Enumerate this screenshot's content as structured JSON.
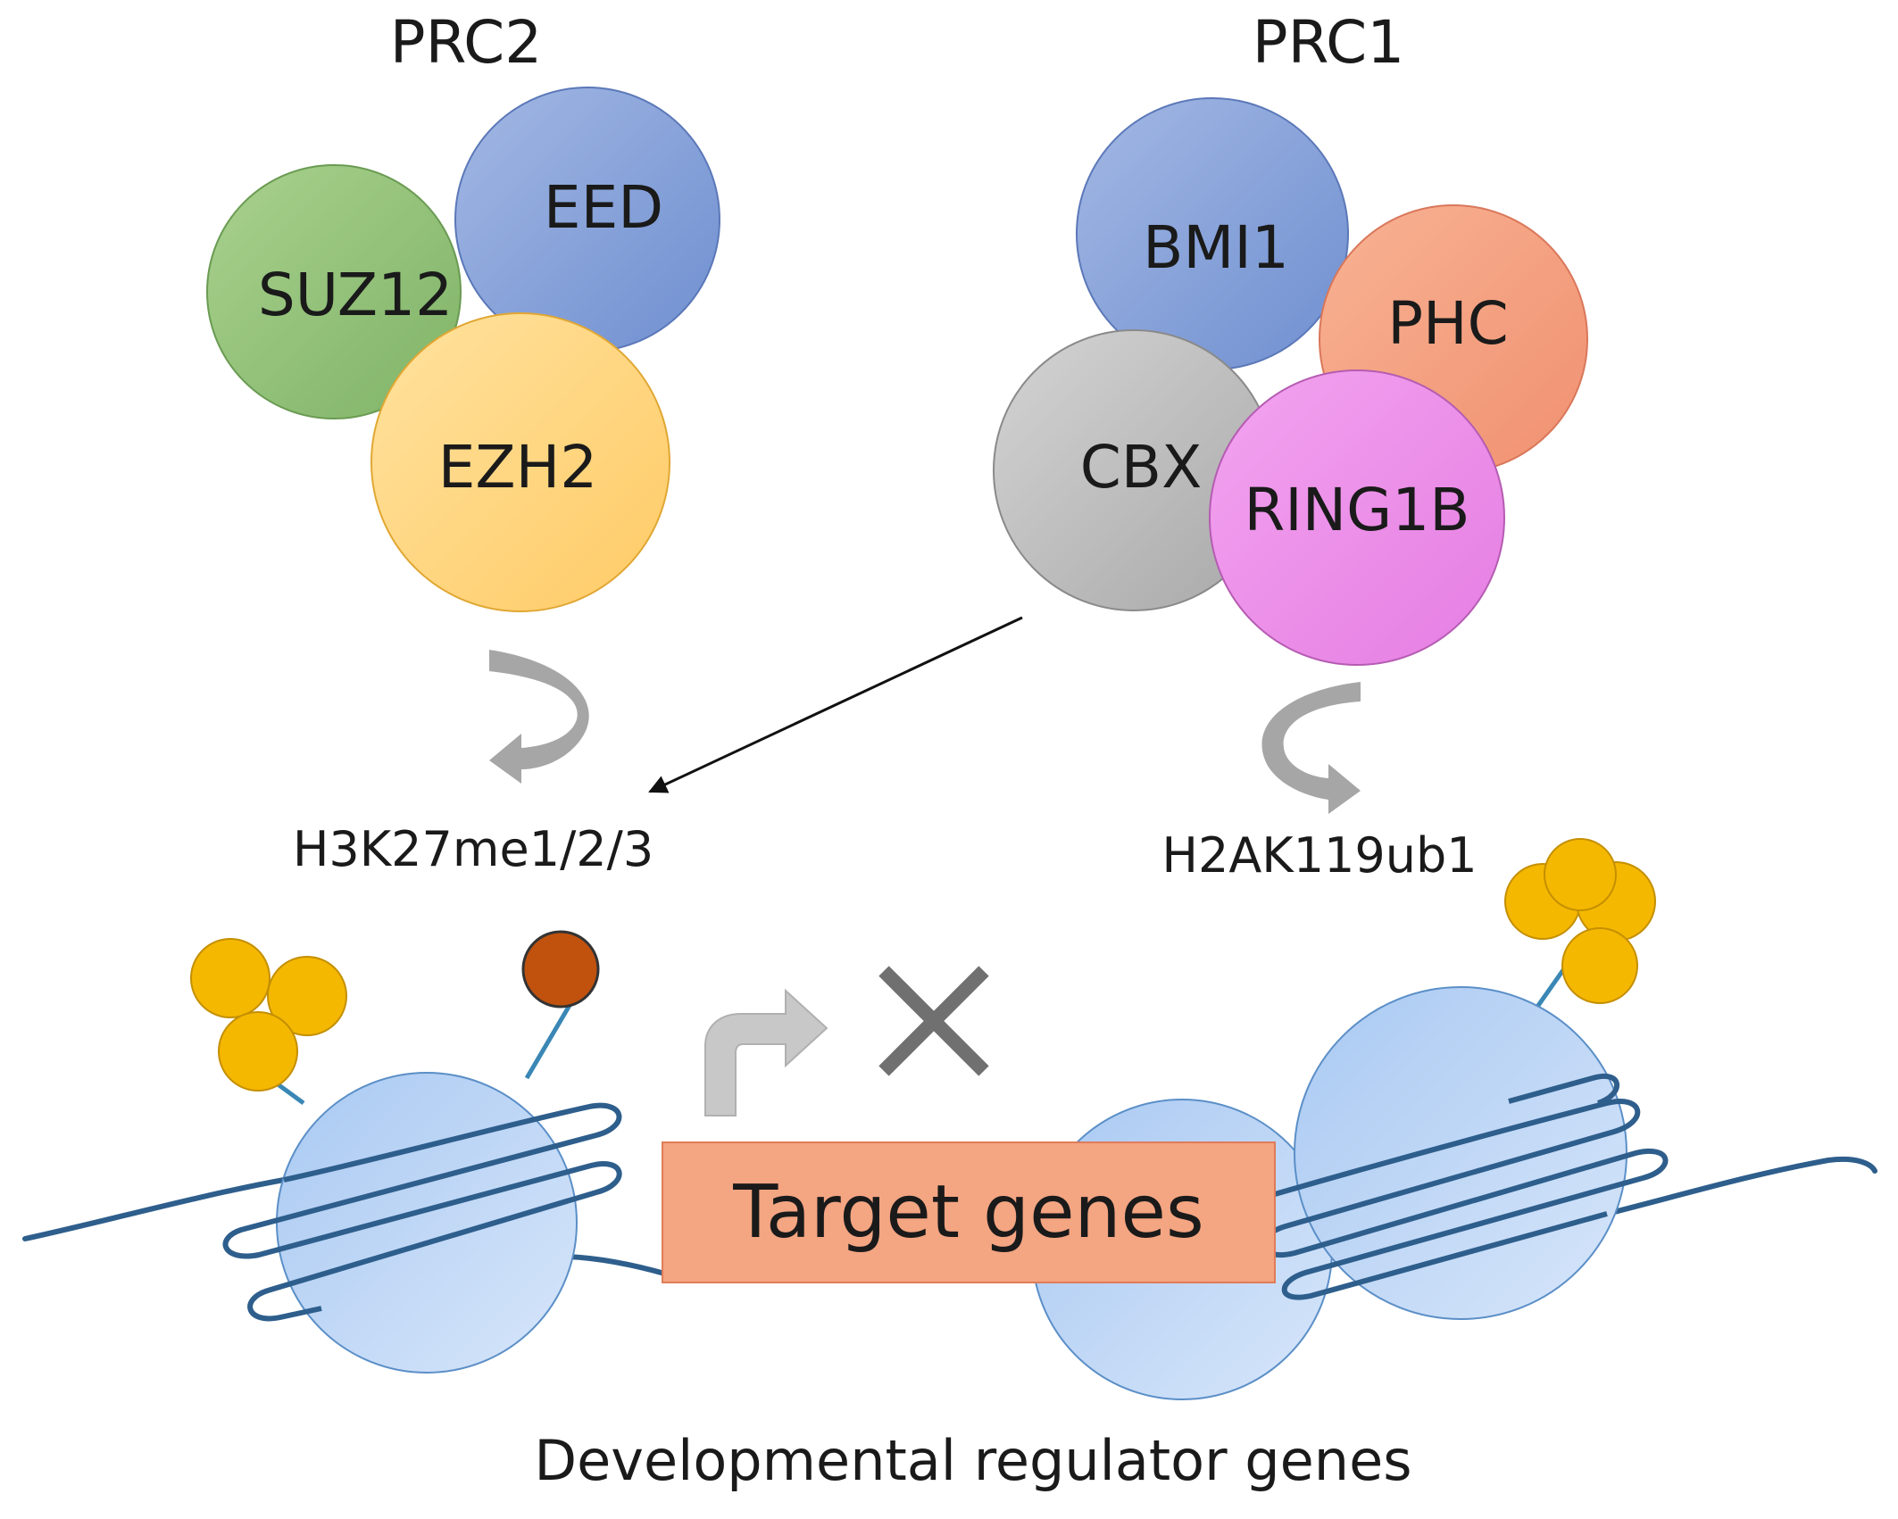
{
  "prc2": {
    "title": "PRC2",
    "subunits": {
      "suz12": "SUZ12",
      "eed": "EED",
      "ezh2": "EZH2"
    },
    "mark": "H3K27me1/2/3"
  },
  "prc1": {
    "title": "PRC1",
    "subunits": {
      "bmi1": "BMI1",
      "phc": "PHC",
      "cbx": "CBX",
      "ring1b": "RING1B"
    },
    "mark": "H2AK119ub1"
  },
  "target_box": {
    "label": "Target genes"
  },
  "caption": "Developmental regulator genes",
  "colors": {
    "suz12": "#93c47d",
    "eed": "#8ea9db",
    "ezh2": "#ffd580",
    "bmi1": "#8ea9db",
    "phc": "#f4a582",
    "cbx": "#bfbfbf",
    "ring1b": "#ee8ee8",
    "nucleosome": "#b4d0f5",
    "dna": "#2e5e8c",
    "ubiquitin": "#f5b800",
    "methyl": "#c0520e",
    "target_box": "#f4a582",
    "arrow_gray": "#a6a6a6",
    "cross": "#707070"
  }
}
